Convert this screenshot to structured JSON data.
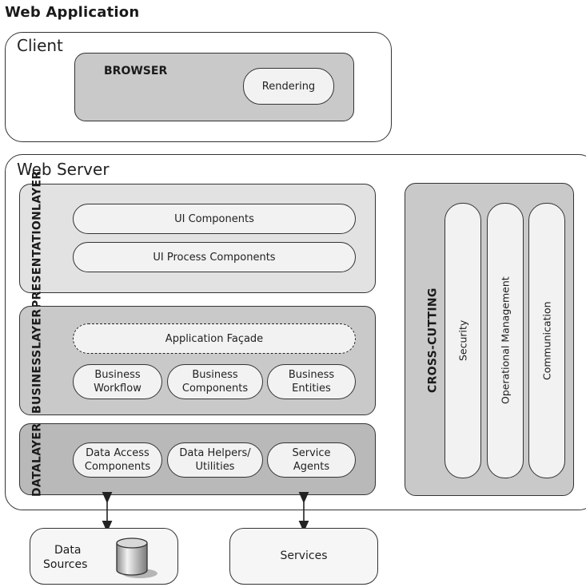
{
  "title": "Web Application",
  "client": {
    "label": "Client",
    "browser": {
      "label": "BROWSER",
      "rendering": "Rendering"
    }
  },
  "web_server": {
    "label": "Web Server",
    "presentation_layer": {
      "label_line1": "PRESENTATION",
      "label_line2": "LAYER",
      "components": [
        "UI Components",
        "UI Process Components"
      ]
    },
    "business_layer": {
      "label_line1": "BUSINESS",
      "label_line2": "LAYER",
      "facade": "Application Façade",
      "components": [
        {
          "line1": "Business",
          "line2": "Workflow"
        },
        {
          "line1": "Business",
          "line2": "Components"
        },
        {
          "line1": "Business",
          "line2": "Entities"
        }
      ]
    },
    "data_layer": {
      "label_line1": "DATA",
      "label_line2": "LAYER",
      "components": [
        {
          "line1": "Data Access",
          "line2": "Components"
        },
        {
          "line1": "Data Helpers/",
          "line2": "Utilities"
        },
        {
          "line1": "Service",
          "line2": "Agents"
        }
      ]
    },
    "cross_cutting": {
      "label": "CROSS-CUTTING",
      "items": [
        "Security",
        "Operational Management",
        "Communication"
      ]
    }
  },
  "external": {
    "data_sources": {
      "line1": "Data",
      "line2": "Sources"
    },
    "services": "Services"
  },
  "colors": {
    "border": "#333333",
    "pill_fill": "#f2f2f2",
    "presentation_fill": "#e2e2e2",
    "business_fill": "#c9c9c9",
    "data_fill": "#b9b9b9",
    "cross_cutting_fill": "#c9c9c9"
  }
}
